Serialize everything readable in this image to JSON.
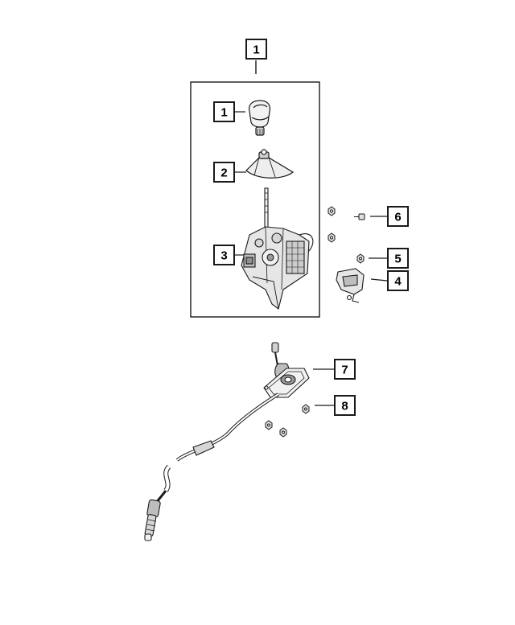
{
  "callouts": [
    {
      "id": "c1_top",
      "label": "1"
    },
    {
      "id": "c1",
      "label": "1"
    },
    {
      "id": "c2",
      "label": "2"
    },
    {
      "id": "c3",
      "label": "3"
    },
    {
      "id": "c4",
      "label": "4"
    },
    {
      "id": "c5",
      "label": "5"
    },
    {
      "id": "c6",
      "label": "6"
    },
    {
      "id": "c7",
      "label": "7"
    },
    {
      "id": "c8",
      "label": "8"
    }
  ],
  "colors": {
    "stroke": "#1a1a1a",
    "part_fill": "#f2f2f2",
    "part_dark": "#9a9a9a",
    "background": "#ffffff"
  }
}
